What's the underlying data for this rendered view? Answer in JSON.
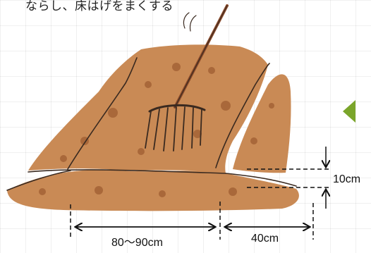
{
  "caption": "ならし、床はげをまくする",
  "dimensions": {
    "width_main": "80〜90cm",
    "width_side": "40cm",
    "height": "10cm"
  },
  "colors": {
    "soil": "#c98a55",
    "soil_dark": "#a9683a",
    "nav_arrow": "#7aa52a"
  },
  "icons": {
    "rake": "rake-icon",
    "nav": "triangle-left-icon"
  }
}
